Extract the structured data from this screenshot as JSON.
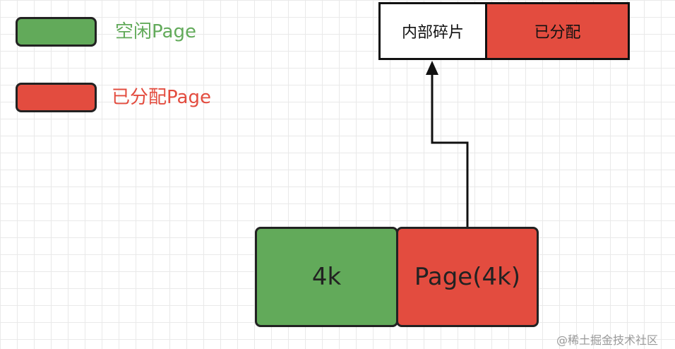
{
  "colors": {
    "free": "#62AA5A",
    "allocated": "#E34C3F",
    "internal_fragment": "#FFFFFF",
    "outline": "#222222",
    "grid": "#E9E9E9"
  },
  "legend": {
    "free": {
      "label": "空闲Page",
      "text_color": "#62AA5A"
    },
    "allocated": {
      "label": "已分配Page",
      "text_color": "#E34C3F"
    }
  },
  "top_detail": {
    "internal_fragment_label": "内部碎片",
    "allocated_label": "已分配"
  },
  "bottom_blocks": {
    "free_label": "4k",
    "page_label": "Page(4k)"
  },
  "watermark": "@稀土掘金技术社区"
}
